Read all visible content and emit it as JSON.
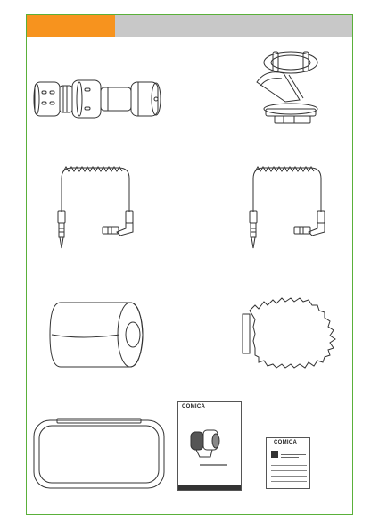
{
  "header": {
    "accent_color": "#f7931e",
    "bar_color": "#c8c8c8",
    "border_color": "#5ab03a"
  },
  "items": [
    {
      "name": "microphone",
      "icon": "shotgun-microphone"
    },
    {
      "name": "shock-mount",
      "icon": "shock-mount-cold-shoe"
    },
    {
      "name": "coiled-cable-1",
      "icon": "coiled-trs-cable"
    },
    {
      "name": "coiled-cable-2",
      "icon": "coiled-trs-cable"
    },
    {
      "name": "foam-windscreen",
      "icon": "foam-windscreen"
    },
    {
      "name": "furry-windscreen",
      "icon": "furry-windscreen"
    },
    {
      "name": "carrying-case",
      "icon": "zipper-case"
    },
    {
      "name": "user-manual",
      "icon": "manual-booklet"
    },
    {
      "name": "warranty-card",
      "icon": "warranty-card"
    }
  ],
  "manual": {
    "brand": "COMICA"
  },
  "card": {
    "brand": "COMICA"
  }
}
